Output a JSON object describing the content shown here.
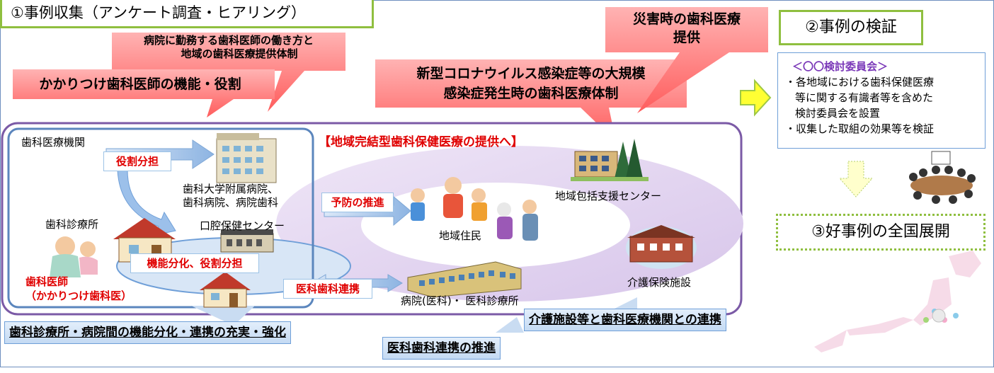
{
  "header": {
    "step1_title": "①事例収集（アンケート調査・ヒアリング）",
    "step2_title": "②事例の検証",
    "step3_title": "③好事例の全国展開"
  },
  "callouts": {
    "hospital_dentist_line1": "病院に勤務する歯科医師の働き方と",
    "hospital_dentist_line2": "地域の歯科医療提供体制",
    "family_dentist": "かかりつけ歯科医師の機能・役割",
    "covid_line1": "新型コロナウイルス感染症等の大規模",
    "covid_line2": "感染症発生時の歯科医療体制",
    "disaster_line1": "災害時の歯科医療",
    "disaster_line2": "提供"
  },
  "committee": {
    "title": "＜〇〇検討委員会＞",
    "bullet1_line1": "・各地域における歯科保健医療",
    "bullet1_line2": "等に関する有識者等を含めた",
    "bullet1_line3": "検討委員会を設置",
    "bullet2": "・収集した取組の効果等を検証"
  },
  "diagram": {
    "region_title": "【地域完結型歯科保健医療の提供へ】",
    "dental_institutions": "歯科医療機関",
    "role_sharing": "役割分担",
    "university_hospital_line1": "歯科大学附属病院、",
    "university_hospital_line2": "歯科病院、病院歯科",
    "dental_clinic": "歯科診療所",
    "oral_health_center": "口腔保健センター",
    "function_role": "機能分化、役割分担",
    "dentist_line1": "歯科医師",
    "dentist_line2": "（かかりつけ歯科医）",
    "prevention": "予防の推進",
    "residents": "地域住民",
    "support_center": "地域包括支援センター",
    "medical_dental": "医科歯科連携",
    "hospital_clinic": "病院(医科)・ 医科診療所",
    "care_facility": "介護保険施設"
  },
  "bottom_bars": {
    "bar1": "歯科診療所・病院間の機能分化・連携の充実・強化",
    "bar2": "医科歯科連携の推進",
    "bar3": "介護施設等と歯科医療機関との連携"
  },
  "colors": {
    "accent_red": "#e00000",
    "frame_purple": "#7b5aa6",
    "frame_blue": "#5b86bd",
    "green_border": "#8fbf3f",
    "callout_fill": "#ff6b6b"
  }
}
